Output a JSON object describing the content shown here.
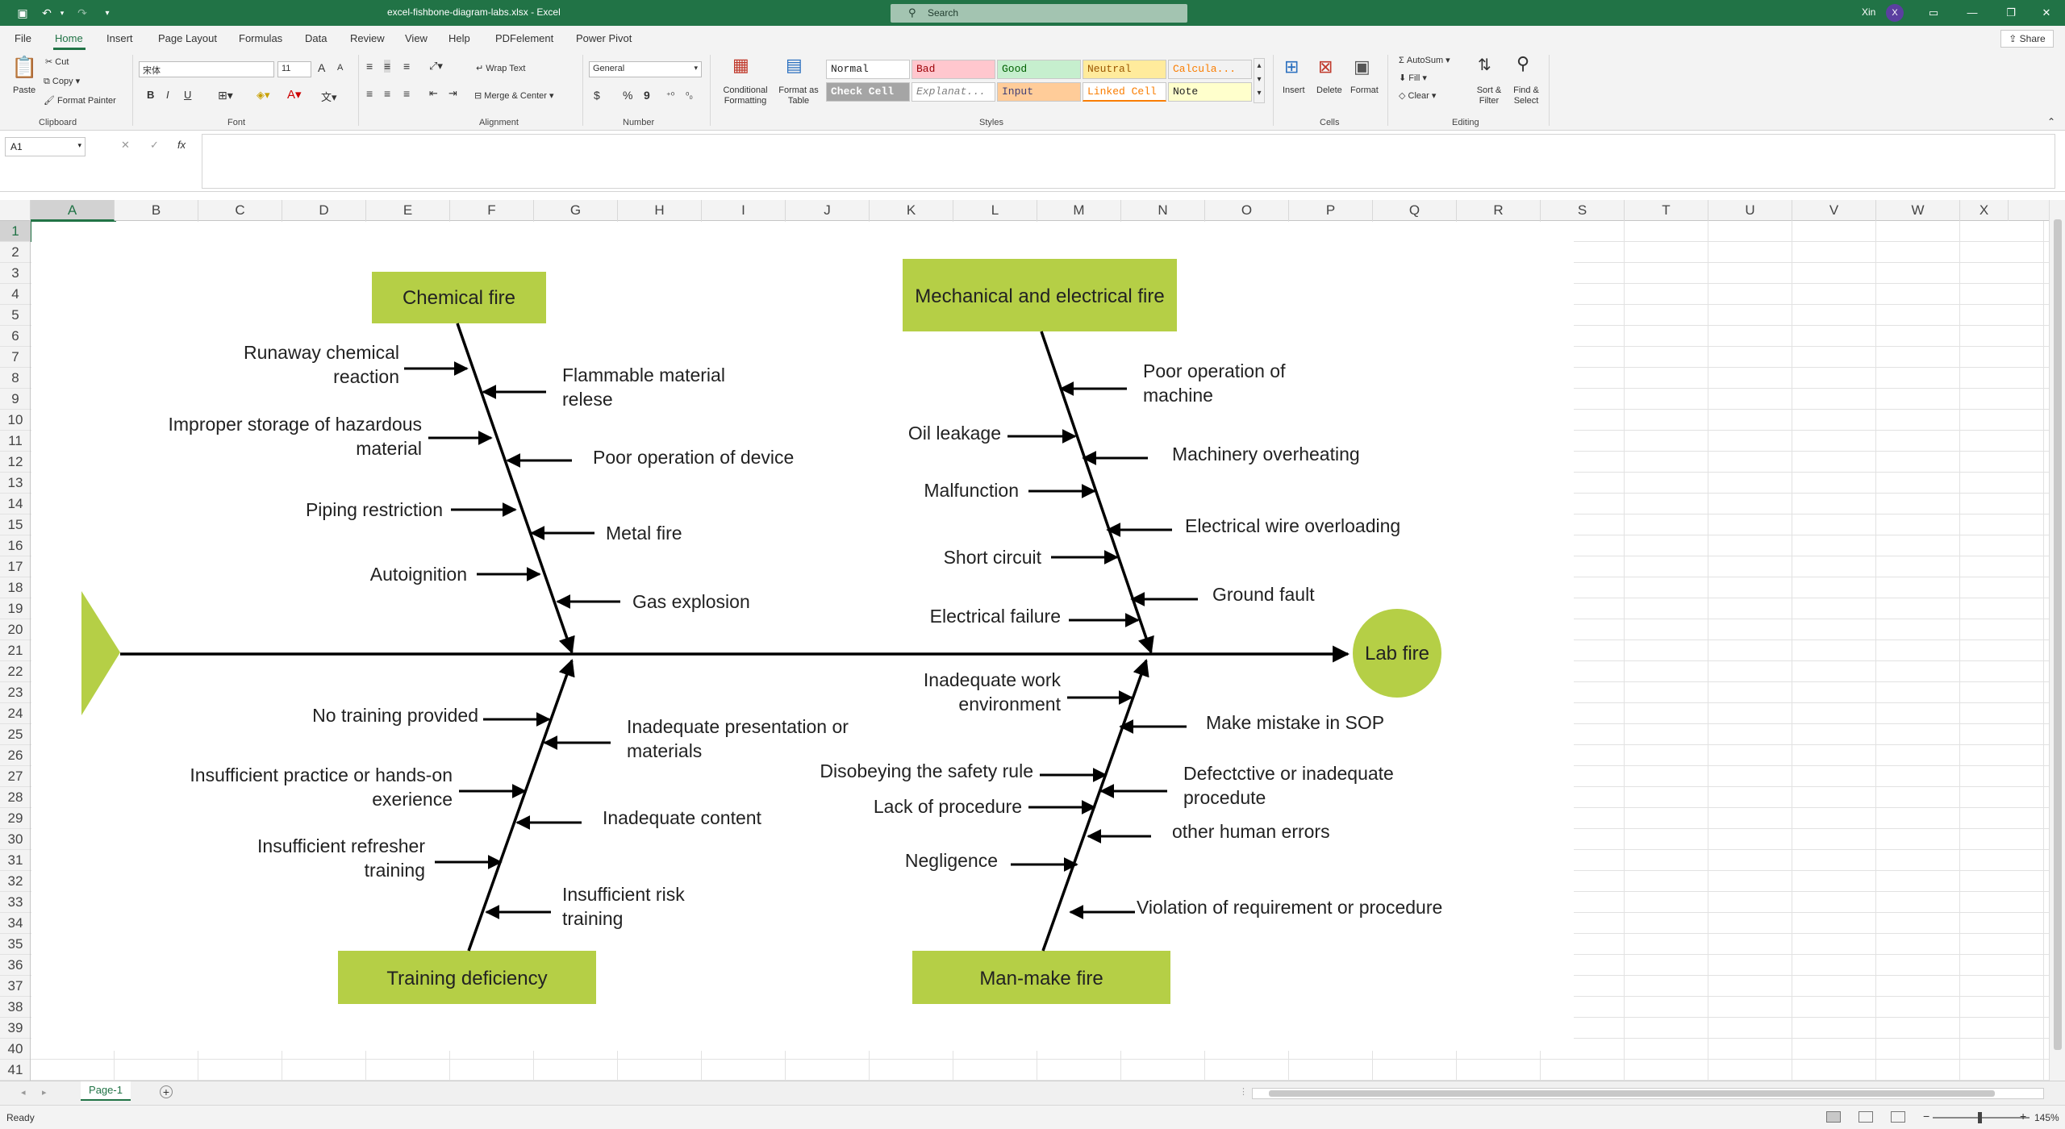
{
  "titlebar": {
    "title": "excel-fishbone-diagram-labs.xlsx  -  Excel",
    "search_placeholder": "Search",
    "user_name": "Xin",
    "avatar_initial": "X"
  },
  "menu": {
    "tabs": [
      "File",
      "Home",
      "Insert",
      "Page Layout",
      "Formulas",
      "Data",
      "Review",
      "View",
      "Help",
      "PDFelement",
      "Power Pivot"
    ],
    "active": "Home",
    "share": "Share"
  },
  "ribbon": {
    "clipboard": {
      "paste": "Paste",
      "cut": "Cut",
      "copy": "Copy",
      "format_painter": "Format Painter",
      "label": "Clipboard"
    },
    "font": {
      "font_name": "宋体",
      "font_size": "11",
      "grow": "A",
      "shrink": "A",
      "bold": "B",
      "italic": "I",
      "underline": "U",
      "label": "Font"
    },
    "alignment": {
      "wrap_text": "Wrap Text",
      "merge_center": "Merge & Center",
      "label": "Alignment"
    },
    "number": {
      "format": "General",
      "currency": "$",
      "percent": "%",
      "comma": "9",
      "label": "Number"
    },
    "styles": {
      "conditional": "Conditional Formatting",
      "format_table": "Format as Table",
      "cells": [
        {
          "label": "Normal",
          "bg": "#ffffff",
          "fg": "#222222"
        },
        {
          "label": "Bad",
          "bg": "#ffc7ce",
          "fg": "#9c0006"
        },
        {
          "label": "Good",
          "bg": "#c6efce",
          "fg": "#006100"
        },
        {
          "label": "Neutral",
          "bg": "#ffeb9c",
          "fg": "#9c5700"
        },
        {
          "label": "Calcula...",
          "bg": "#f2f2f2",
          "fg": "#fa7d00"
        },
        {
          "label": "Check Cell",
          "bg": "#a5a5a5",
          "fg": "#ffffff"
        },
        {
          "label": "Explanat...",
          "bg": "#ffffff",
          "fg": "#7f7f7f"
        },
        {
          "label": "Input",
          "bg": "#ffcc99",
          "fg": "#3f3f76"
        },
        {
          "label": "Linked Cell",
          "bg": "#ffffff",
          "fg": "#fa7d00"
        },
        {
          "label": "Note",
          "bg": "#ffffcc",
          "fg": "#222222"
        }
      ],
      "label": "Styles"
    },
    "cells": {
      "insert": "Insert",
      "delete": "Delete",
      "format": "Format",
      "label": "Cells"
    },
    "editing": {
      "autosum": "AutoSum",
      "fill": "Fill",
      "clear": "Clear",
      "sort_filter": "Sort & Filter",
      "find_select": "Find & Select",
      "label": "Editing"
    }
  },
  "formula_bar": {
    "name_box": "A1",
    "fx": "fx",
    "content": ""
  },
  "columns": [
    "A",
    "B",
    "C",
    "D",
    "E",
    "F",
    "G",
    "H",
    "I",
    "J",
    "K",
    "L",
    "M",
    "N",
    "O",
    "P",
    "Q",
    "R",
    "S",
    "T",
    "U",
    "V",
    "W",
    "X"
  ],
  "rows": [
    "1",
    "2",
    "3",
    "4",
    "5",
    "6",
    "7",
    "8",
    "9",
    "10",
    "11",
    "12",
    "13",
    "14",
    "15",
    "16",
    "17",
    "18",
    "19",
    "20",
    "21",
    "22",
    "23",
    "24",
    "25",
    "26",
    "27",
    "28",
    "29",
    "30",
    "31",
    "32",
    "33",
    "34",
    "35",
    "36",
    "37",
    "38",
    "39",
    "40",
    "41"
  ],
  "diagram": {
    "accent_color": "#b5cf46",
    "head": "Lab fire",
    "categories": {
      "chemical": "Chemical fire",
      "mechanical": "Mechanical and electrical fire",
      "training": "Training deficiency",
      "man": "Man-make fire"
    },
    "causes": {
      "chem_1": "Runaway chemical",
      "chem_1b": "reaction",
      "chem_2": "Flammable material",
      "chem_2b": "relese",
      "chem_3": "Improper storage of hazardous",
      "chem_3b": "material",
      "chem_4": "Poor operation of device",
      "chem_5": "Piping restriction",
      "chem_6": "Metal fire",
      "chem_7": "Autoignition",
      "chem_8": "Gas explosion",
      "mech_1": "Poor operation of",
      "mech_1b": "machine",
      "mech_2": "Oil leakage",
      "mech_3": "Machinery overheating",
      "mech_4": "Malfunction",
      "mech_5": "Electrical wire overloading",
      "mech_6": "Short circuit",
      "mech_7": "Ground fault",
      "mech_8": "Electrical failure",
      "train_1": "No training provided",
      "train_2": "Inadequate presentation or",
      "train_2b": "materials",
      "train_3": "Insufficient practice or hands-on",
      "train_3b": "exerience",
      "train_4": "Inadequate content",
      "train_5": "Insufficient refresher",
      "train_5b": "training",
      "train_6": "Insufficient risk",
      "train_6b": "training",
      "man_1": "Inadequate work",
      "man_1b": "environment",
      "man_2": "Make mistake in SOP",
      "man_3": "Disobeying the safety rule",
      "man_4": "Defectctive or inadequate",
      "man_4b": "procedute",
      "man_5": "Lack of procedure",
      "man_6": "other human errors",
      "man_7": "Negligence",
      "man_8": "Violation of requirement or procedure"
    }
  },
  "sheet": {
    "tab": "Page-1"
  },
  "status": {
    "ready": "Ready",
    "zoom": "145%"
  }
}
